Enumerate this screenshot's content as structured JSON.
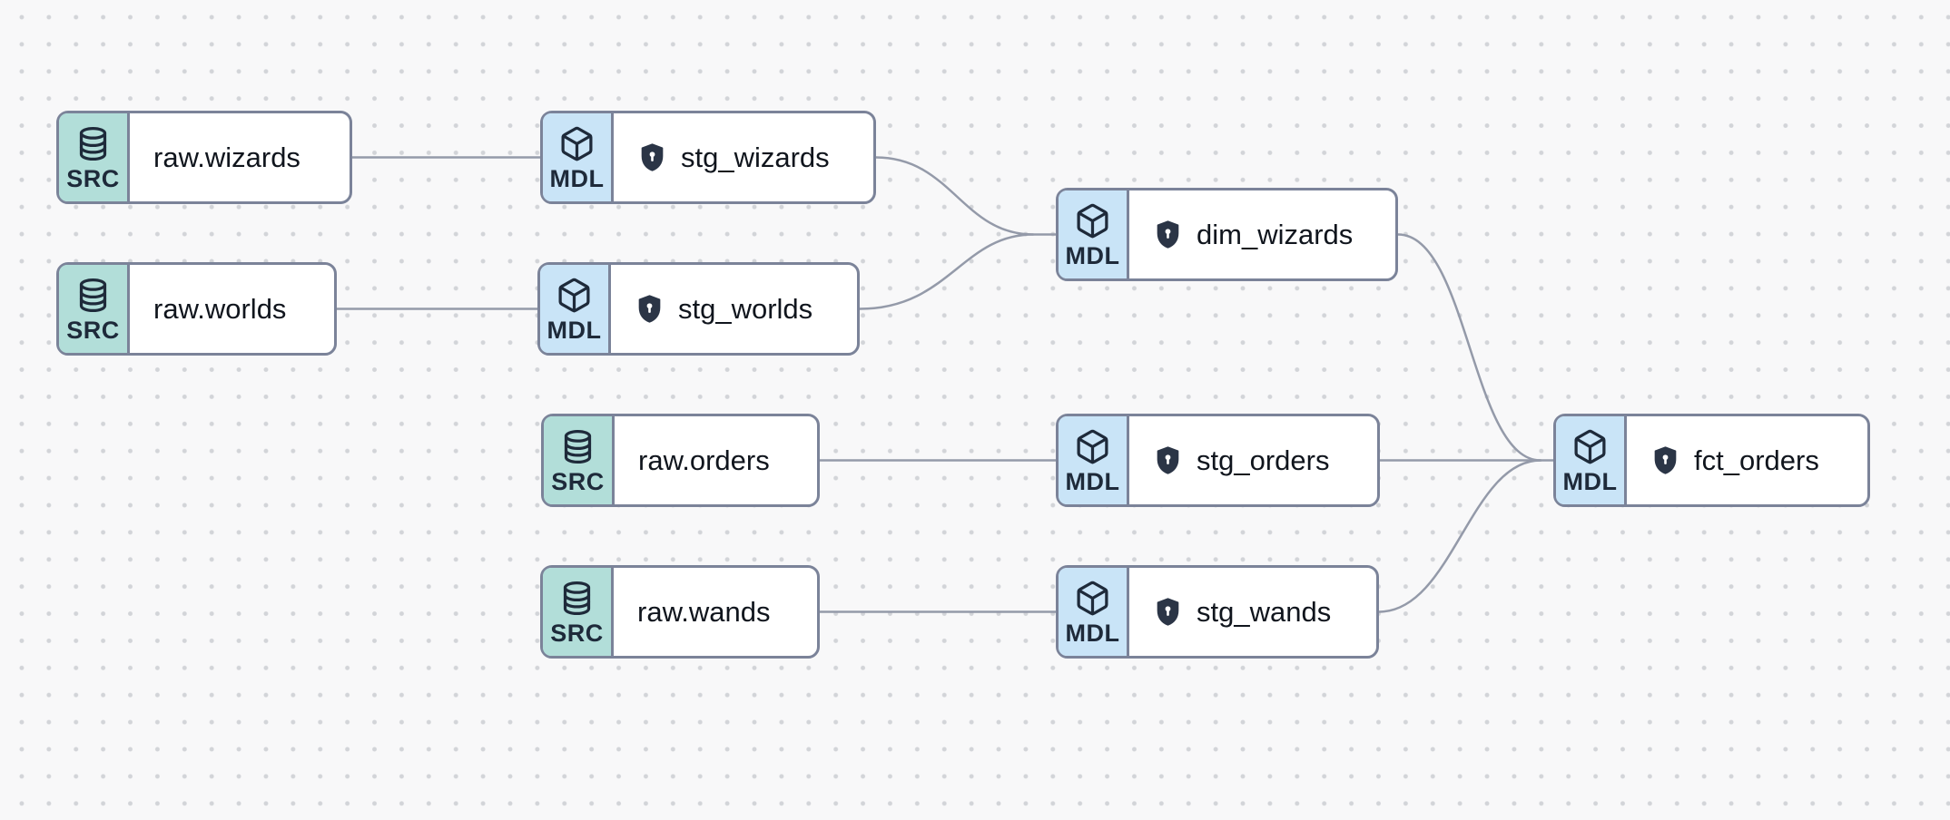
{
  "canvas": {
    "kind": "data-lineage-graph"
  },
  "colors": {
    "canvas_bg": "#f8f8f9",
    "dot": "#d2d4d8",
    "edge": "#949aa9",
    "node_border": "#7b8399",
    "source_badge_bg": "#b2ded9",
    "model_badge_bg": "#c9e4f7",
    "badge_ink": "#1e2a3a",
    "label_ink": "#10151d",
    "shield_fill": "#2b3546"
  },
  "node_types": {
    "source": {
      "badge_label": "SRC",
      "icon": "database-icon"
    },
    "model": {
      "badge_label": "MDL",
      "icon": "cube-icon"
    }
  },
  "nodes": [
    {
      "id": "raw.wizards",
      "label": "raw.wizards",
      "type": "source",
      "badge": "SRC",
      "protected": false
    },
    {
      "id": "stg_wizards",
      "label": "stg_wizards",
      "type": "model",
      "badge": "MDL",
      "protected": true
    },
    {
      "id": "raw.worlds",
      "label": "raw.worlds",
      "type": "source",
      "badge": "SRC",
      "protected": false
    },
    {
      "id": "stg_worlds",
      "label": "stg_worlds",
      "type": "model",
      "badge": "MDL",
      "protected": true
    },
    {
      "id": "raw.orders",
      "label": "raw.orders",
      "type": "source",
      "badge": "SRC",
      "protected": false
    },
    {
      "id": "stg_orders",
      "label": "stg_orders",
      "type": "model",
      "badge": "MDL",
      "protected": true
    },
    {
      "id": "raw.wands",
      "label": "raw.wands",
      "type": "source",
      "badge": "SRC",
      "protected": false
    },
    {
      "id": "stg_wands",
      "label": "stg_wands",
      "type": "model",
      "badge": "MDL",
      "protected": true
    },
    {
      "id": "dim_wizards",
      "label": "dim_wizards",
      "type": "model",
      "badge": "MDL",
      "protected": true
    },
    {
      "id": "fct_orders",
      "label": "fct_orders",
      "type": "model",
      "badge": "MDL",
      "protected": true
    }
  ],
  "edges": [
    {
      "from": "raw.wizards",
      "to": "stg_wizards"
    },
    {
      "from": "raw.worlds",
      "to": "stg_worlds"
    },
    {
      "from": "raw.orders",
      "to": "stg_orders"
    },
    {
      "from": "raw.wands",
      "to": "stg_wands"
    },
    {
      "from": "stg_wizards",
      "to": "dim_wizards"
    },
    {
      "from": "stg_worlds",
      "to": "dim_wizards"
    },
    {
      "from": "dim_wizards",
      "to": "fct_orders"
    },
    {
      "from": "stg_orders",
      "to": "fct_orders"
    },
    {
      "from": "stg_wands",
      "to": "fct_orders"
    }
  ]
}
